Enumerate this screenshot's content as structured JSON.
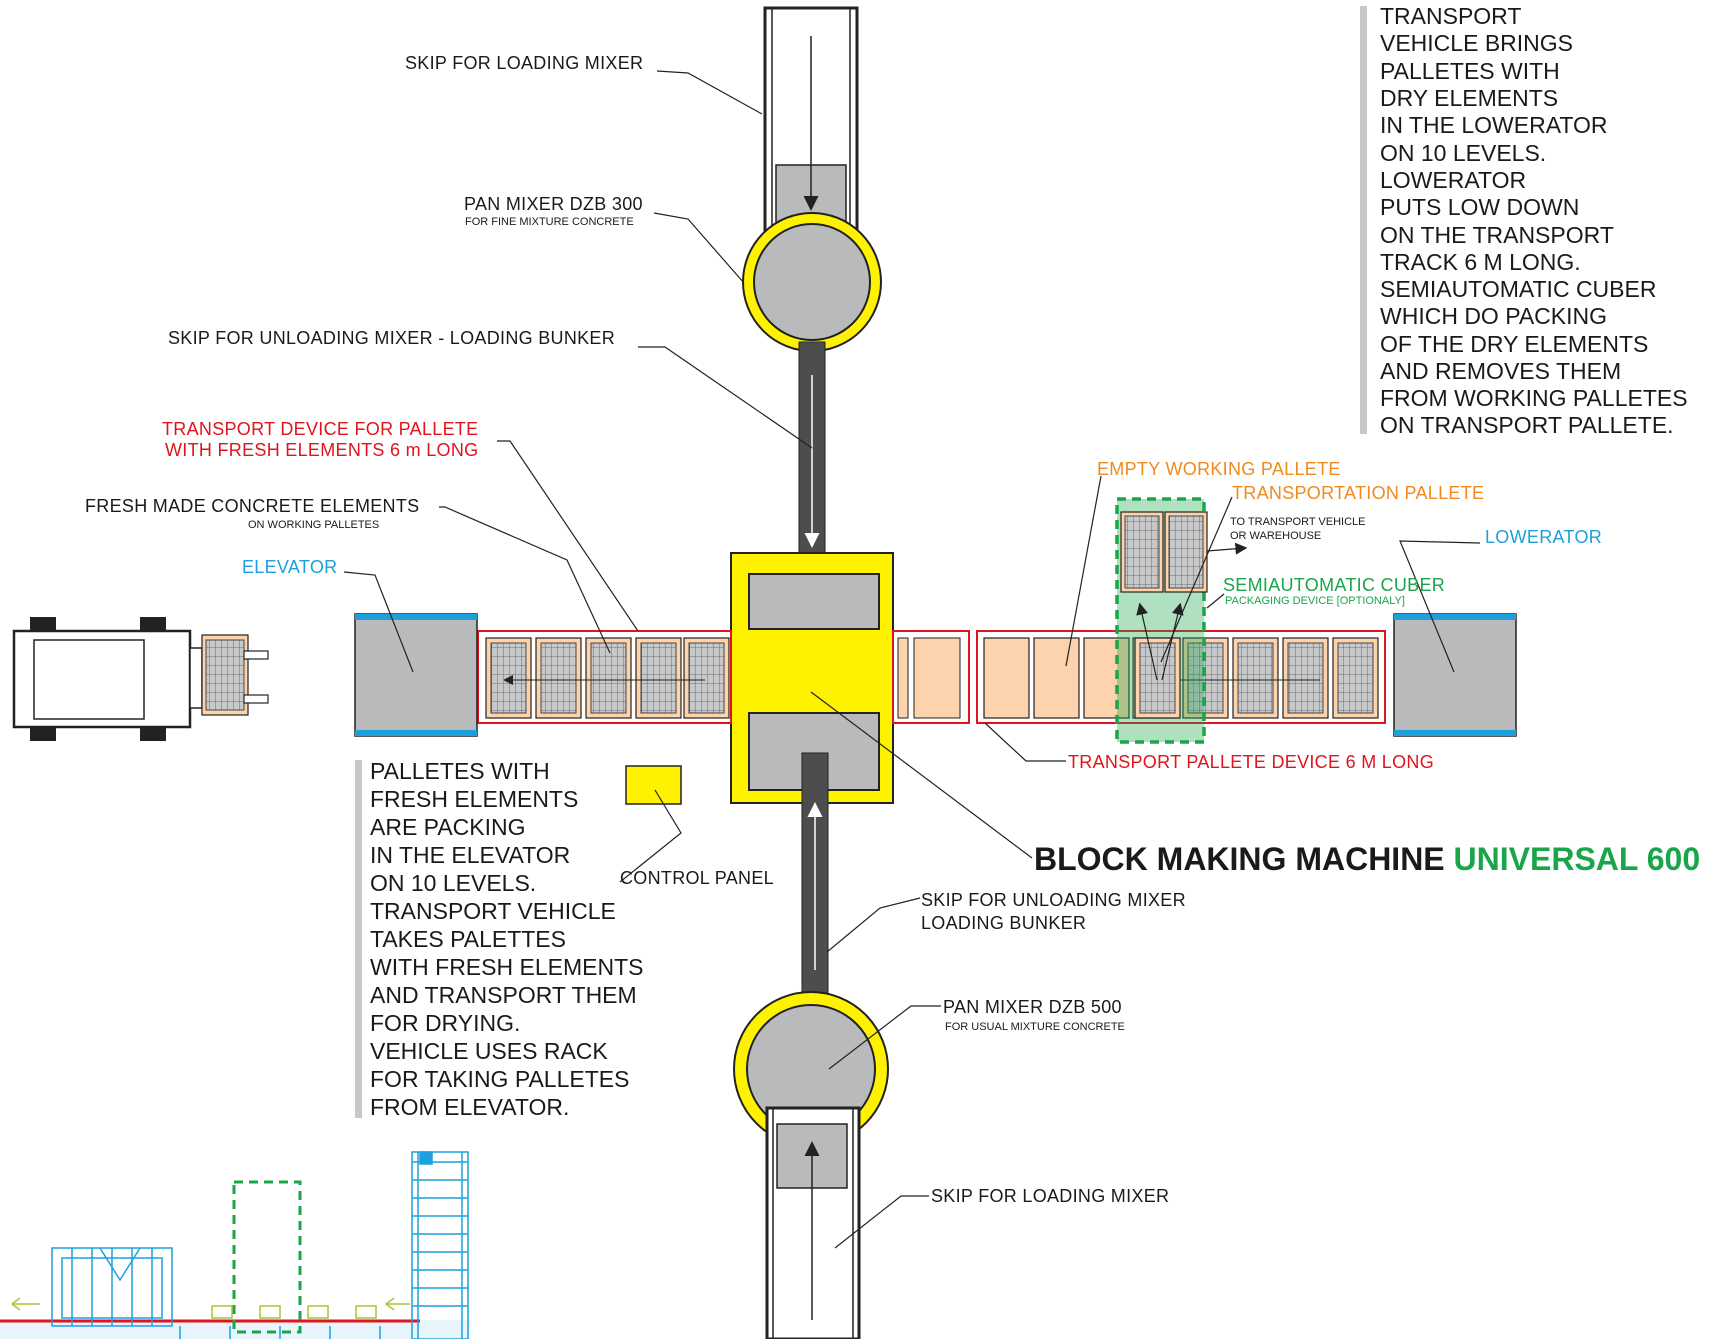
{
  "colors": {
    "machine_yellow": "#fff200",
    "gray": "#b9babc",
    "dark_gray": "#4d4d4d",
    "conveyor_red": "#e0141c",
    "fresh_pallet": "#fcd3ac",
    "blue": "#1ea0dc",
    "green": "#1aa54a",
    "orange": "#f08a1e"
  },
  "labels": {
    "skip_loading_top": "SKIP FOR LOADING MIXER",
    "pan_mixer_300": "PAN MIXER DZB 300",
    "pan_mixer_300_sub": "FOR FINE MIXTURE CONCRETE",
    "skip_unloading_top": "SKIP FOR UNLOADING MIXER - LOADING BUNKER",
    "transport_device_1": "TRANSPORT DEVICE FOR PALLETE",
    "transport_device_2": "WITH FRESH ELEMENTS 6 m LONG",
    "fresh_made": "FRESH MADE CONCRETE ELEMENTS",
    "fresh_made_sub": "ON WORKING PALLETES",
    "elevator": "ELEVATOR",
    "empty_working": "EMPTY WORKING PALLETE",
    "transportation_pallete": "TRANSPORTATION PALLETE",
    "to_transport_1": "TO TRANSPORT VEHICLE",
    "to_transport_2": "OR WAREHOUSE",
    "lowerator": "LOWERATOR",
    "cuber": "SEMIAUTOMATIC CUBER",
    "cuber_sub": "PACKAGING DEVICE [OPTIONALY]",
    "transport_pallete_device": "TRANSPORT PALLETE DEVICE 6 M LONG",
    "control_panel": "CONTROL PANEL",
    "title_main": "BLOCK MAKING MACHINE ",
    "title_model": "UNIVERSAL 600",
    "skip_unloading_bottom_1": "SKIP FOR UNLOADING MIXER",
    "skip_unloading_bottom_2": "LOADING BUNKER",
    "pan_mixer_500": "PAN MIXER DZB 500",
    "pan_mixer_500_sub": "FOR USUAL MIXTURE CONCRETE",
    "skip_loading_bottom": "SKIP FOR LOADING MIXER"
  },
  "notes": {
    "right": [
      "TRANSPORT",
      "VEHICLE BRINGS",
      "PALLETES WITH",
      "DRY ELEMENTS",
      "IN THE LOWERATOR",
      "ON 10 LEVELS.",
      "LOWERATOR",
      "PUTS LOW DOWN",
      "ON THE TRANSPORT",
      "TRACK 6 M LONG.",
      "SEMIAUTOMATIC CUBER",
      "WHICH DO PACKING",
      "OF THE DRY ELEMENTS",
      "AND REMOVES THEM",
      "FROM WORKING PALLETES",
      "ON TRANSPORT PALLETE."
    ],
    "left": [
      "PALLETES WITH",
      "FRESH ELEMENTS",
      "ARE PACKING",
      "IN THE ELEVATOR",
      "ON 10 LEVELS.",
      "TRANSPORT VEHICLE",
      "TAKES PALETTES",
      "WITH FRESH ELEMENTS",
      "AND TRANSPORT THEM",
      "FOR DRYING.",
      "VEHICLE USES RACK",
      "FOR TAKING PALLETES",
      "FROM ELEVATOR."
    ]
  }
}
